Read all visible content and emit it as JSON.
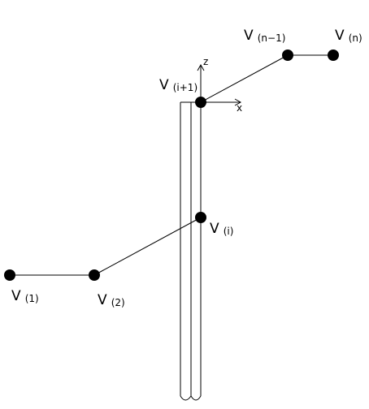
{
  "axes": {
    "z_label": "z",
    "x_label": "x"
  },
  "nodes": [
    {
      "id": "v1",
      "main": "V",
      "sub": "(1)"
    },
    {
      "id": "v2",
      "main": "V",
      "sub": "(2)"
    },
    {
      "id": "vi",
      "main": "V",
      "sub": "(i)"
    },
    {
      "id": "vi1",
      "main": "V",
      "sub": "(i+1)"
    },
    {
      "id": "vn1",
      "main": "V",
      "sub": "(n−1)"
    },
    {
      "id": "vn",
      "main": "V",
      "sub": "(n)"
    }
  ],
  "edges": [
    {
      "from": "v1",
      "to": "v2"
    },
    {
      "from": "v2",
      "to": "vi"
    },
    {
      "from": "vi",
      "to": "vi1"
    },
    {
      "from": "vi1",
      "to": "vn1"
    },
    {
      "from": "vn1",
      "to": "vn"
    }
  ]
}
